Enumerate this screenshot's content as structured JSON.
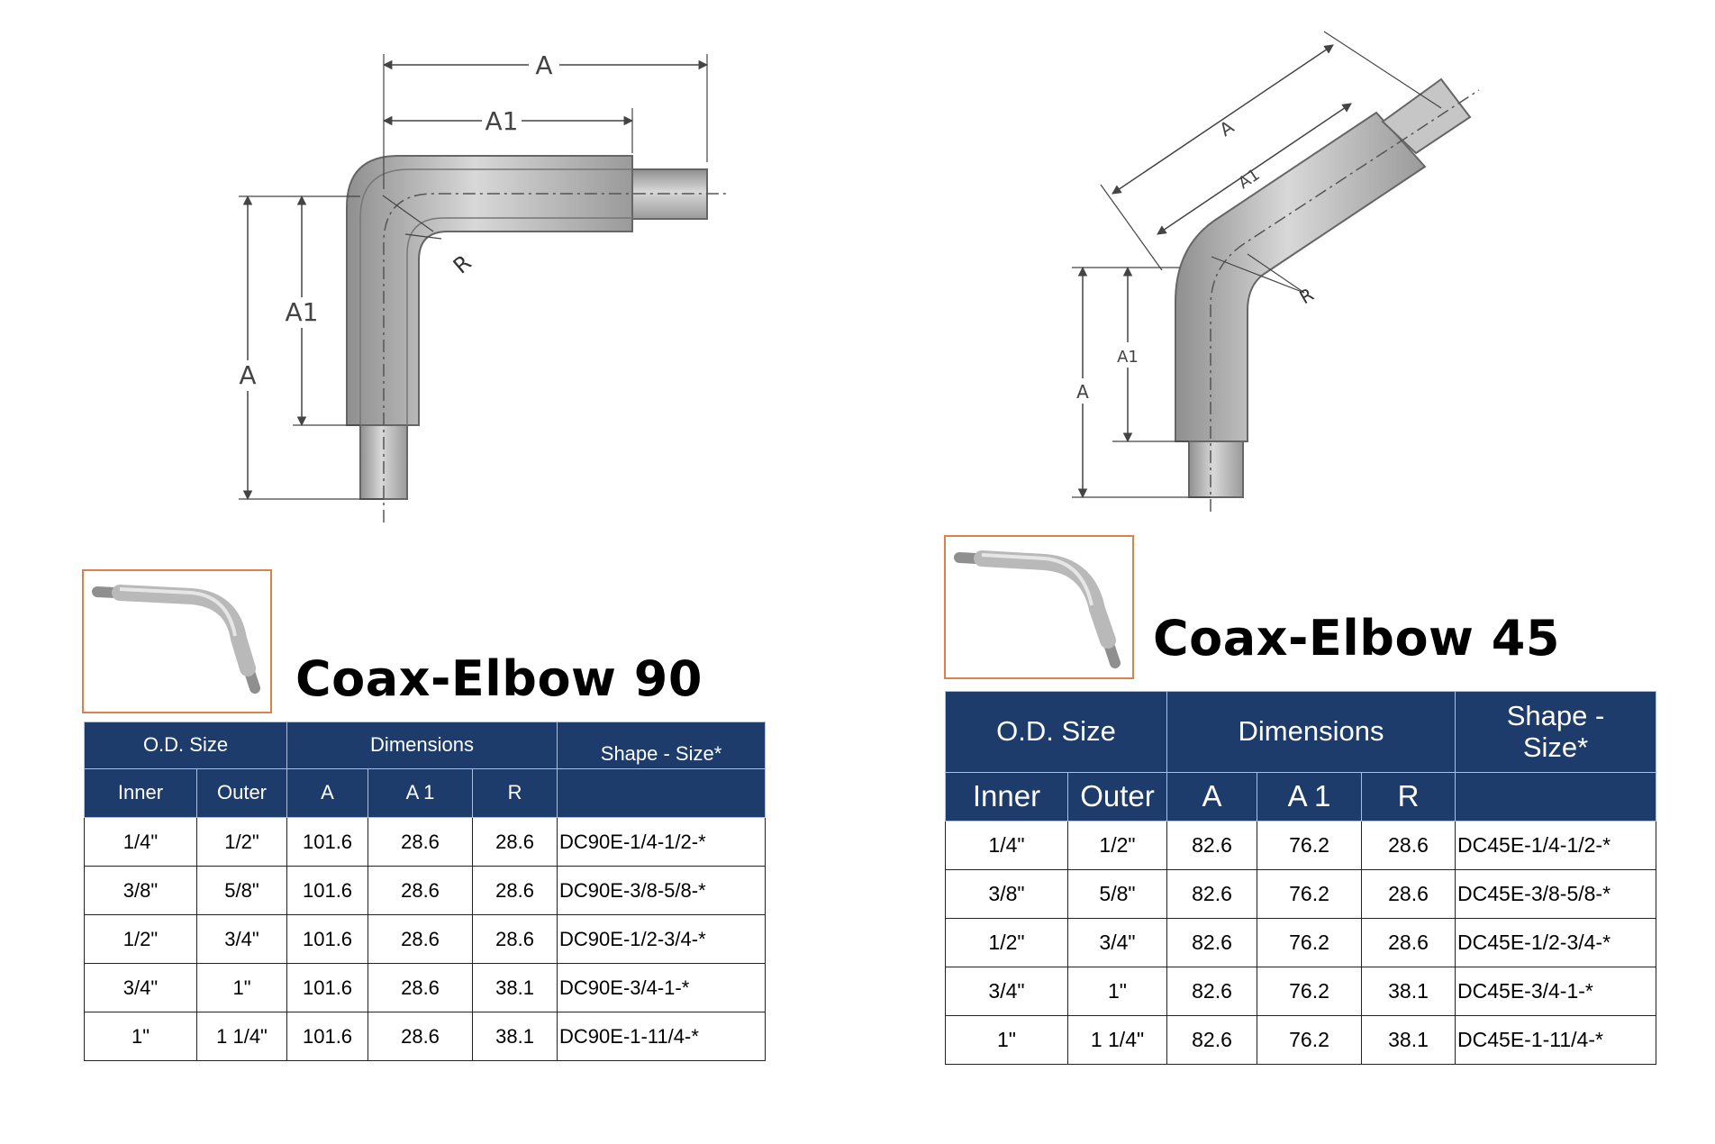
{
  "elbow90": {
    "title": "Coax-Elbow 90",
    "diagram_labels": {
      "a_top": "A",
      "a1_top": "A1",
      "a1_side": "A1",
      "a_side": "A",
      "r": "R"
    },
    "headers": {
      "od_size": "O.D. Size",
      "dimensions": "Dimensions",
      "shape_size": "Shape - Size*",
      "inner": "Inner",
      "outer": "Outer",
      "a": "A",
      "a1": "A 1",
      "r": "R"
    },
    "rows": [
      [
        "1/4\"",
        "1/2\"",
        "101.6",
        "28.6",
        "28.6",
        "DC90E-1/4-1/2-*"
      ],
      [
        "3/8\"",
        "5/8\"",
        "101.6",
        "28.6",
        "28.6",
        "DC90E-3/8-5/8-*"
      ],
      [
        "1/2\"",
        "3/4\"",
        "101.6",
        "28.6",
        "28.6",
        "DC90E-1/2-3/4-*"
      ],
      [
        "3/4\"",
        "1\"",
        "101.6",
        "28.6",
        "38.1",
        "DC90E-3/4-1-*"
      ],
      [
        "1\"",
        "1 1/4\"",
        "101.6",
        "28.6",
        "38.1",
        "DC90E-1-11/4-*"
      ]
    ]
  },
  "elbow45": {
    "title": "Coax-Elbow 45",
    "diagram_labels": {
      "a_top": "A",
      "a1_top": "A1",
      "a1_side": "A1",
      "a_side": "A",
      "r": "R"
    },
    "headers": {
      "od_size": "O.D. Size",
      "dimensions": "Dimensions",
      "shape_size": "Shape - Size*",
      "inner": "Inner",
      "outer": "Outer",
      "a": "A",
      "a1": "A 1",
      "r": "R"
    },
    "rows": [
      [
        "1/4\"",
        "1/2\"",
        "82.6",
        "76.2",
        "28.6",
        "DC45E-1/4-1/2-*"
      ],
      [
        "3/8\"",
        "5/8\"",
        "82.6",
        "76.2",
        "28.6",
        "DC45E-3/8-5/8-*"
      ],
      [
        "1/2\"",
        "3/4\"",
        "82.6",
        "76.2",
        "28.6",
        "DC45E-1/2-3/4-*"
      ],
      [
        "3/4\"",
        "1\"",
        "82.6",
        "76.2",
        "38.1",
        "DC45E-3/4-1-*"
      ],
      [
        "1\"",
        "1 1/4\"",
        "82.6",
        "76.2",
        "38.1",
        "DC45E-1-11/4-*"
      ]
    ]
  },
  "colors": {
    "header_bg": "#1d3c6b",
    "thumb_border": "#d9824b",
    "pipe": "#b9b9b9"
  }
}
